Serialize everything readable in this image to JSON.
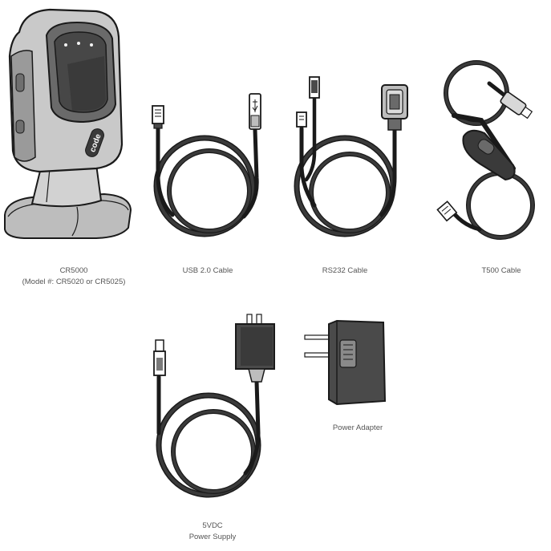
{
  "items": [
    {
      "name": "cr5000-scanner",
      "lines": [
        "CR5000",
        "(Model #: CR5020 or CR5025)"
      ]
    },
    {
      "name": "usb-cable",
      "lines": [
        "USB 2.0 Cable"
      ]
    },
    {
      "name": "rs232-cable",
      "lines": [
        "RS232 Cable"
      ]
    },
    {
      "name": "t500-cable",
      "lines": [
        "T500 Cable"
      ]
    },
    {
      "name": "power-supply",
      "lines": [
        "5VDC",
        "Power Supply"
      ]
    },
    {
      "name": "power-adapter",
      "lines": [
        "Power Adapter"
      ]
    }
  ],
  "scanner_logo": "code",
  "colors": {
    "outline": "#1a1a1a",
    "body_light": "#c9c9c9",
    "body_mid": "#9a9a9a",
    "window_dark": "#4a4a4a",
    "cable_fill": "#3a3a3a",
    "caption": "#555555"
  }
}
